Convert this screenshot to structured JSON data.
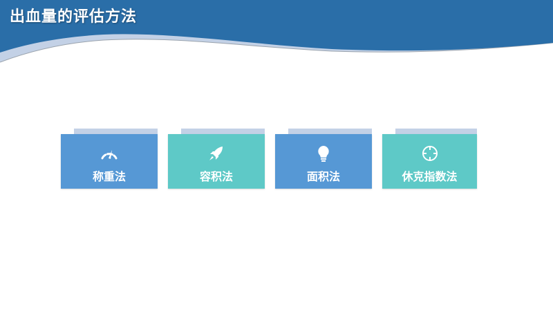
{
  "header": {
    "title": "出血量的评估方法",
    "colors": {
      "band": "#2a6ea8",
      "wave_light": "#c3d1e6"
    }
  },
  "methods": [
    {
      "label": "称重法",
      "icon": "speedometer-icon",
      "color": "#5698d5"
    },
    {
      "label": "容积法",
      "icon": "rocket-icon",
      "color": "#5ec9c7"
    },
    {
      "label": "面积法",
      "icon": "lightbulb-icon",
      "color": "#5698d5"
    },
    {
      "label": "休克指数法",
      "icon": "crosshair-icon",
      "color": "#5ec9c7"
    }
  ]
}
